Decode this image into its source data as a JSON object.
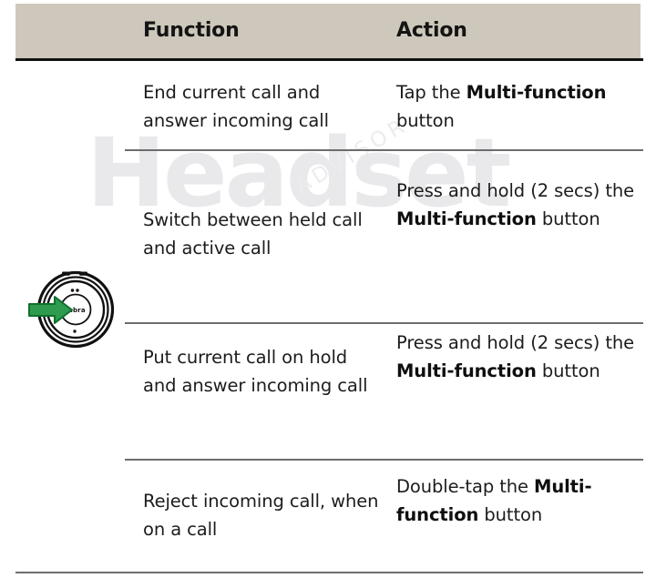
{
  "document": {
    "type": "instruction-table",
    "watermark": {
      "main_text": "Headset",
      "sub_text": "ADVISOR",
      "color": "#e9e9eb"
    },
    "colors": {
      "header_background": "#cdc8bb",
      "header_rule": "#111111",
      "row_divider": "#6d6d6d",
      "text": "#1c1c1c",
      "arrow_green": "#2e9b4e",
      "arrow_green_dark": "#10702f",
      "page_background": "#ffffff"
    }
  },
  "table": {
    "columns": [
      {
        "key": "function",
        "label": "Function"
      },
      {
        "key": "action",
        "label": "Action"
      }
    ],
    "rows": [
      {
        "function": "End current call and answer incoming call",
        "action_parts": [
          {
            "text": "Tap the ",
            "bold": false
          },
          {
            "text": "Multi-function",
            "bold": true
          },
          {
            "text": " button",
            "bold": false
          }
        ],
        "action_plain": "Tap the Multi-function button"
      },
      {
        "function": "Switch between held call and active call",
        "action_parts": [
          {
            "text": "Press and hold (2 secs) the ",
            "bold": false
          },
          {
            "text": "Multi-function",
            "bold": true
          },
          {
            "text": " button",
            "bold": false
          }
        ],
        "action_plain": "Press and hold (2 secs) the Multi-function button"
      },
      {
        "function": "Put current call on hold and answer incoming call",
        "action_parts": [
          {
            "text": "Press and hold (2 secs) the ",
            "bold": false
          },
          {
            "text": "Multi-function",
            "bold": true
          },
          {
            "text": " button",
            "bold": false
          }
        ],
        "action_plain": "Press and hold (2 secs) the Multi-function button"
      },
      {
        "function": "Reject incoming call, when on a call",
        "action_parts": [
          {
            "text": "Double-tap the ",
            "bold": false
          },
          {
            "text": "Multi-function",
            "bold": true
          },
          {
            "text": " button",
            "bold": false
          }
        ],
        "action_plain": "Double-tap the Multi-function button"
      }
    ]
  },
  "illustration": {
    "name": "headset-earcup-diagram",
    "brand_label": "Jabra",
    "callout": "green-arrow-pointing-to-multi-function-button"
  }
}
